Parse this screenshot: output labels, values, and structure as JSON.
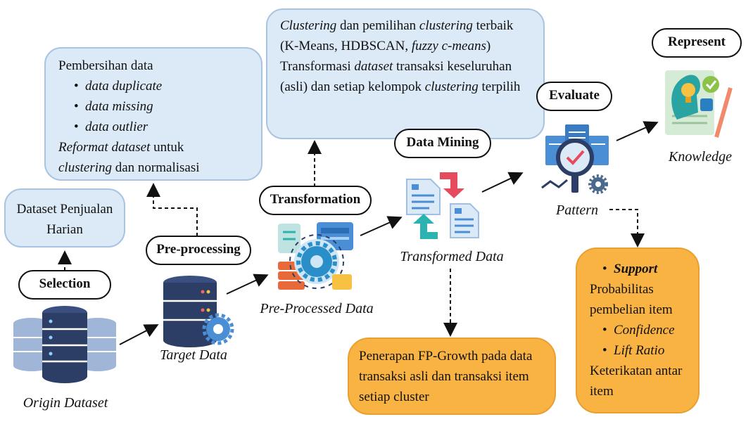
{
  "stages": {
    "selection": "Selection",
    "preprocessing": "Pre-processing",
    "transformation": "Transformation",
    "data_mining": "Data Mining",
    "evaluate": "Evaluate",
    "represent": "Represent"
  },
  "nodes": {
    "origin": "Origin Dataset",
    "target": "Target Data",
    "preprocessed": "Pre-Processed Data",
    "transformed": "Transformed Data",
    "pattern": "Pattern",
    "knowledge": "Knowledge"
  },
  "notes": {
    "selection": "Dataset Penjualan Harian",
    "preprocessing": {
      "heading": "Pembersihan data",
      "bullets": [
        "data duplicate",
        "data missing",
        "data outlier"
      ],
      "reformat_italic": "Reformat dataset",
      "reformat_rest": " untuk",
      "clustering_italic": "clustering",
      "clustering_rest": " dan normalisasi"
    },
    "transformation": {
      "p1_a": "Clustering",
      "p1_b": " dan pemilihan ",
      "p1_c": "clustering",
      "p1_d": " terbaik (K-Means, HDBSCAN, ",
      "p1_e": "fuzzy c-means",
      "p1_f": ")",
      "p2_a": "Transformasi ",
      "p2_b": "dataset",
      "p2_c": " transaksi keseluruhan (asli) dan setiap kelompok ",
      "p2_d": "clustering",
      "p2_e": " terpilih"
    },
    "data_mining": "Penerapan FP-Growth pada data transaksi asli dan transaksi item setiap cluster",
    "evaluate": {
      "support": "Support",
      "support_desc": "Probabilitas pembelian item",
      "confidence": "Confidence",
      "lift": "Lift Ratio",
      "lift_desc": "Keterikatan antar item"
    }
  },
  "colors": {
    "note_blue": "#dceaf7",
    "note_blue_border": "#a9c4e3",
    "note_orange": "#f9b343",
    "icon_navy": "#2c3e66",
    "icon_blue": "#4a8fd6",
    "icon_teal": "#2bb3b1",
    "icon_red": "#e64a5d"
  }
}
